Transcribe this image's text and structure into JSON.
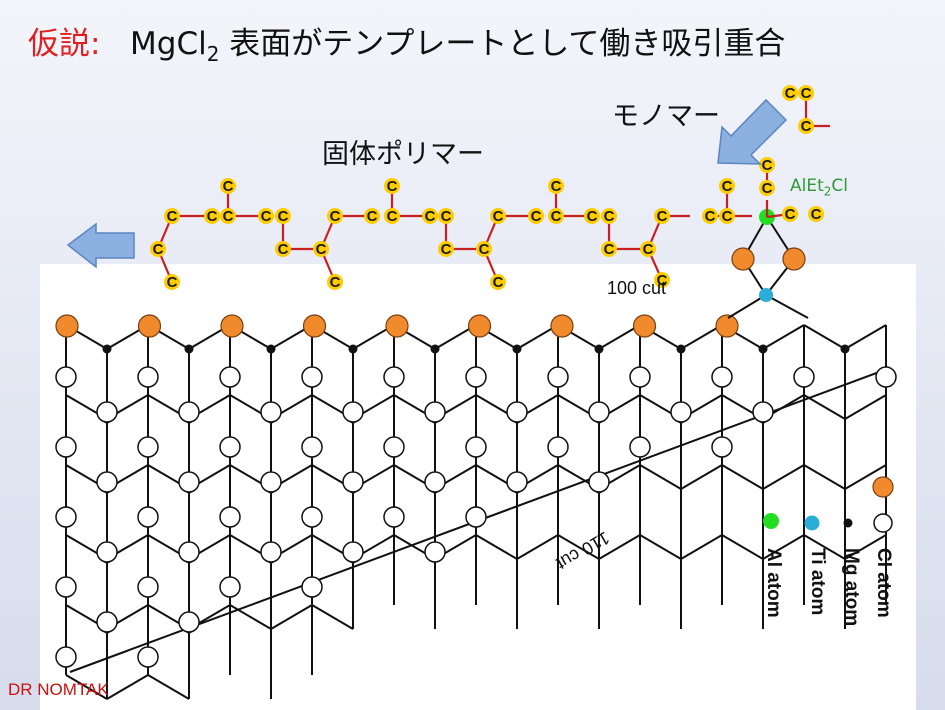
{
  "title": {
    "hypothesis": "仮説",
    "colon": ":",
    "formula_main": "MgCl",
    "formula_sub": "2",
    "rest": "表面がテンプレートとして働き吸引重合"
  },
  "labels": {
    "monomer": "モノマー",
    "solid_polymer": "固体ポリマー",
    "cocatalyst_main": "AlEt",
    "cocatalyst_sub": "2",
    "cocatalyst_tail": "Cl",
    "cut100": "100 cut",
    "cut110": "110 cut",
    "carbon": "C"
  },
  "legend": {
    "cl": "Cl atom",
    "mg": "Mg atom",
    "ti": "Ti atom",
    "al": "Al atom"
  },
  "credit": "DR NOMTAK",
  "colors": {
    "cl_orange": "#f08a2c",
    "al_green": "#22dd22",
    "ti_cyan": "#2aaed8",
    "carbon_yellow": "#ffcc00",
    "bond_red": "#c82020",
    "arrow_blue": "#8cb1e0",
    "title_red": "#e02020"
  }
}
